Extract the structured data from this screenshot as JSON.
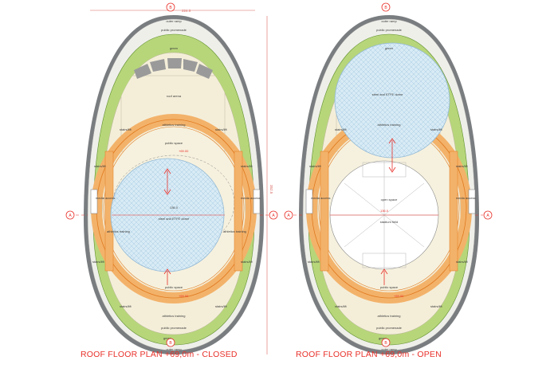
{
  "colors": {
    "accent": "#e8312a",
    "ring_outer": "#7a7d80",
    "green": "#b7d67a",
    "green_dark": "#5f8f2e",
    "cream": "#f4eed9",
    "orange": "#f3b26a",
    "orange_dark": "#e07a1f",
    "dome_fill": "#d8ebf5",
    "dome_stroke": "#93b9d6",
    "line": "#7d7d7d",
    "text": "#3a3a3a"
  },
  "dimensions": {
    "width": "224.0",
    "height": "352.5"
  },
  "section_marks": {
    "a": "A",
    "b": "B"
  },
  "plans": [
    {
      "caption": "ROOF FLOOR PLAN +69,0m - CLOSED",
      "labels": {
        "ext_top": "outer ramp",
        "promenade_top": "public promenade",
        "green_top": "green",
        "roof_arena": "roof arena",
        "training_top": "athletics training",
        "public_top": "public space",
        "dome": "steel and ETFE dome",
        "span": "136.0",
        "lift_tl": "stairs/lift",
        "lift_tr": "stairs/lift",
        "lift_ml": "stairs/lift",
        "lift_mr": "stairs/lift",
        "lift_bl": "stairs/lift",
        "lift_br": "stairs/lift",
        "lift_b2l": "stairs/lift",
        "lift_b2r": "stairs/lift",
        "training_l": "athletics training",
        "training_r": "athletics training",
        "access_l": "media access",
        "access_r": "media access",
        "public_bottom": "public space",
        "training_bottom": "athletics training",
        "promenade_bottom": "public promenade",
        "green_bottom": "green",
        "ext_bottom": "outer ramp",
        "elev_top": "+69.00",
        "elev_bottom": "+69.00"
      }
    },
    {
      "caption": "ROOF FLOOR PLAN +69,0m - OPEN",
      "labels": {
        "ext_top": "outer ramp",
        "promenade_top": "public promenade",
        "green_top": "green",
        "dome": "steel and ETFE dome",
        "training_top": "athletics training",
        "open_space": "open space",
        "span": "136.0",
        "pitch": "stadium field",
        "lift_tl": "stairs/lift",
        "lift_tr": "stairs/lift",
        "lift_ml": "stairs/lift",
        "lift_mr": "stairs/lift",
        "lift_bl": "stairs/lift",
        "lift_br": "stairs/lift",
        "lift_b2l": "stairs/lift",
        "lift_b2r": "stairs/lift",
        "access_l": "media access",
        "access_r": "media access",
        "public_bottom": "public space",
        "training_bottom": "athletics training",
        "promenade_bottom": "public promenade",
        "green_bottom": "green",
        "ext_bottom": "outer ramp",
        "elev_bottom": "+69.00"
      }
    }
  ]
}
